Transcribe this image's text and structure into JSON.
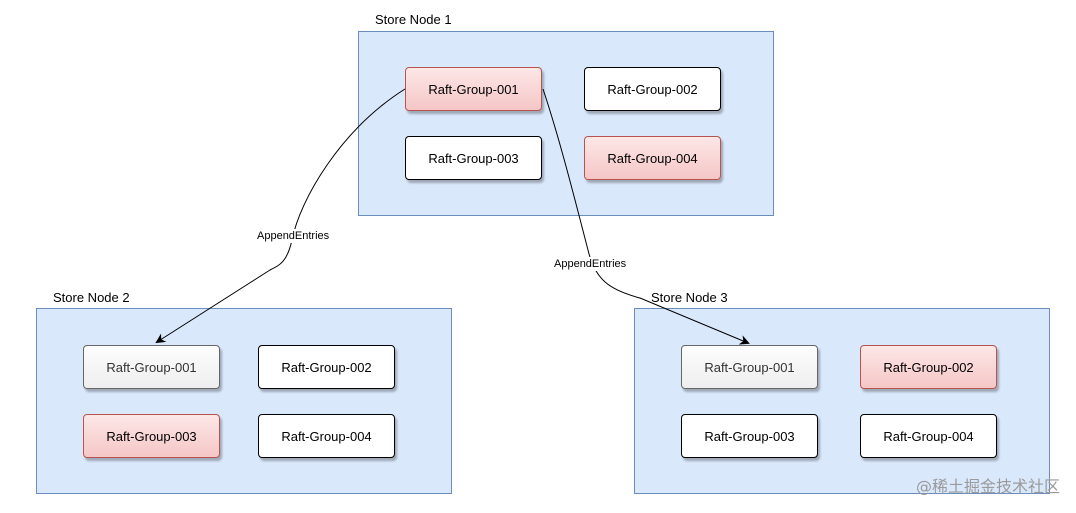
{
  "colors": {
    "node_fill": "#dae8fc",
    "node_border": "#6c8ebf",
    "leader_fill": "#f8cecc",
    "leader_border": "#b85450",
    "follower_fill": "#ffffff",
    "lagging_fill": "#f5f5f5"
  },
  "nodes": [
    {
      "label": "Store Node 1",
      "groups": [
        {
          "label": "Raft-Group-001",
          "state": "leader"
        },
        {
          "label": "Raft-Group-002",
          "state": "follower"
        },
        {
          "label": "Raft-Group-003",
          "state": "follower"
        },
        {
          "label": "Raft-Group-004",
          "state": "leader"
        }
      ]
    },
    {
      "label": "Store Node 2",
      "groups": [
        {
          "label": "Raft-Group-001",
          "state": "lagging"
        },
        {
          "label": "Raft-Group-002",
          "state": "follower"
        },
        {
          "label": "Raft-Group-003",
          "state": "leader"
        },
        {
          "label": "Raft-Group-004",
          "state": "follower"
        }
      ]
    },
    {
      "label": "Store Node 3",
      "groups": [
        {
          "label": "Raft-Group-001",
          "state": "lagging"
        },
        {
          "label": "Raft-Group-002",
          "state": "leader"
        },
        {
          "label": "Raft-Group-003",
          "state": "follower"
        },
        {
          "label": "Raft-Group-004",
          "state": "follower"
        }
      ]
    }
  ],
  "edges": [
    {
      "from": "Store Node 1 / Raft-Group-001",
      "to": "Store Node 2 / Raft-Group-001",
      "label": "AppendEntries"
    },
    {
      "from": "Store Node 1 / Raft-Group-001",
      "to": "Store Node 3 / Raft-Group-001",
      "label": "AppendEntries"
    }
  ],
  "watermark": "@稀土掘金技术社区"
}
